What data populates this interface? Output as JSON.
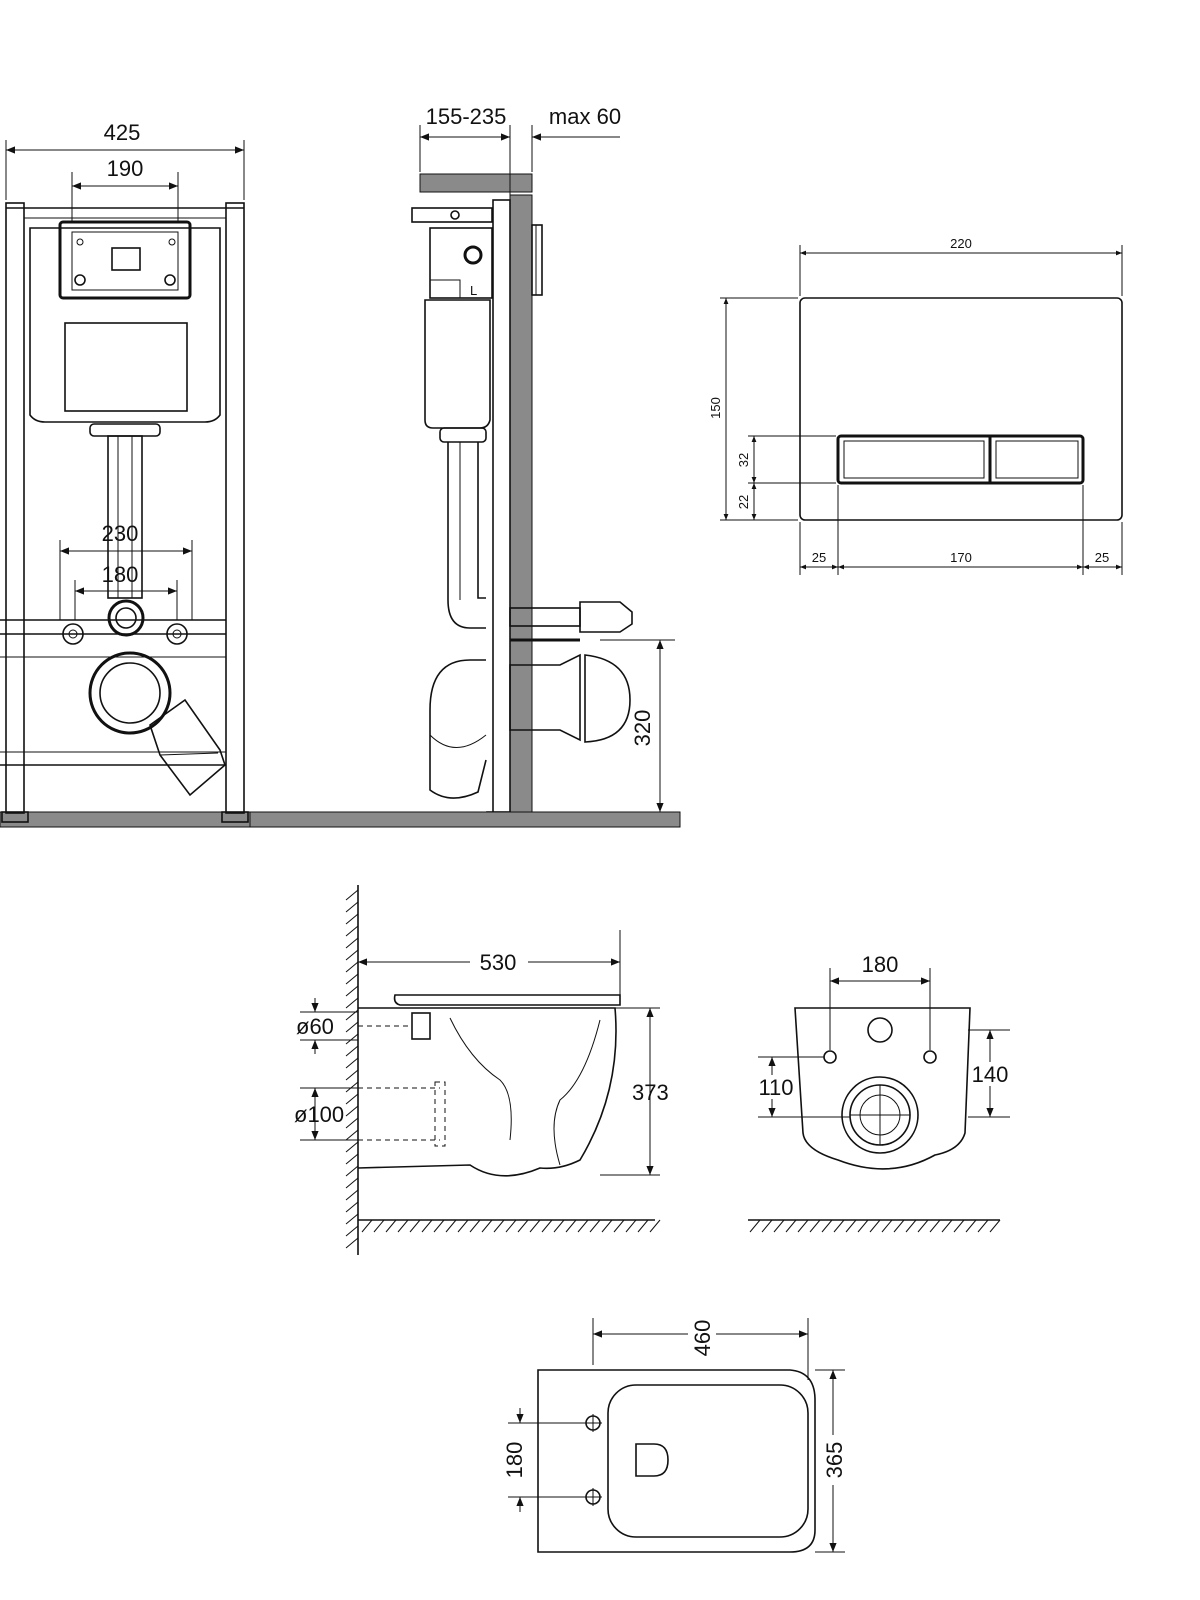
{
  "frame_front": {
    "dims": {
      "width": "425",
      "plate_width": "190",
      "bolt_outer": "230",
      "bolt_inner": "180"
    }
  },
  "frame_side": {
    "dims": {
      "depth": "155-235",
      "wall": "max 60",
      "drain_height": "320"
    },
    "colors": {
      "wall": "#8a8a8a"
    }
  },
  "flush_plate": {
    "dims": {
      "width": "220",
      "height": "150",
      "button_height": "32",
      "button_bottom": "22",
      "side_left": "25",
      "buttons_width": "170",
      "side_right": "25"
    },
    "labels": {
      "left_mark": "L"
    }
  },
  "toilet_side": {
    "dims": {
      "length": "530",
      "inlet": "ø60",
      "outlet": "ø100",
      "height": "373"
    }
  },
  "toilet_rear": {
    "dims": {
      "bolt_spacing": "180",
      "outlet_height": "110",
      "bolt_height": "140"
    }
  },
  "toilet_top": {
    "dims": {
      "depth": "460",
      "bolt_spacing": "180",
      "width": "365"
    }
  }
}
